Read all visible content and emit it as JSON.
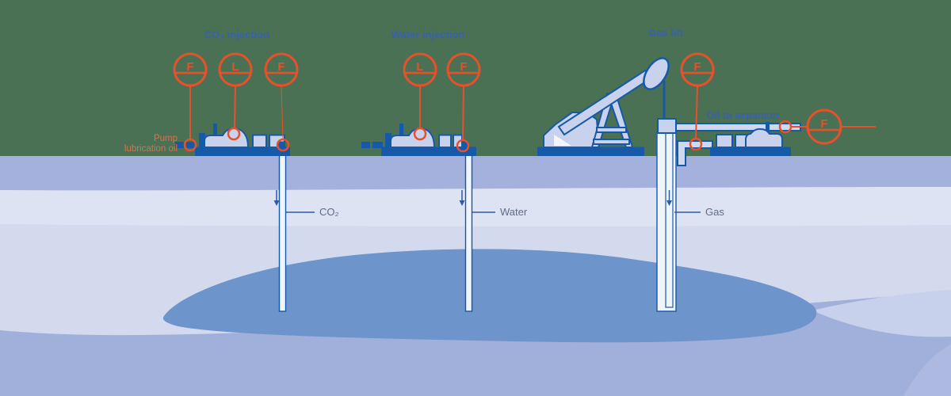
{
  "scene": {
    "co2": {
      "title": "CO₂ injection",
      "gauge1": "F",
      "gauge2": "L",
      "gauge3": "F",
      "well_label": "CO₂",
      "note_line1": "Pump",
      "note_line2": "lubrication oil"
    },
    "water": {
      "title": "Water injection",
      "gauge1": "L",
      "gauge2": "F",
      "well_label": "Water"
    },
    "gas": {
      "title": "Gas lift",
      "gauge1": "F",
      "gauge2": "F",
      "well_label": "Gas",
      "pipe_label": "Oil to separator"
    }
  },
  "colors": {
    "surface_green": "#4a7154",
    "stratum_top": "#a3b1dc",
    "stratum_light": "#dee3f4",
    "stratum_mid": "#d3daee",
    "stratum_deep": "#a1afdb",
    "stratum_wedge": "#c7d1ec",
    "reservoir": "#6d94cb",
    "equipment_dark_blue": "#1659a8",
    "equipment_light_blue": "#c9d2ec",
    "instrument_orange": "#e8502b",
    "caption_blue": "#3a5fad",
    "label_slate": "#5d6c86",
    "note_orange": "#d0764f"
  }
}
